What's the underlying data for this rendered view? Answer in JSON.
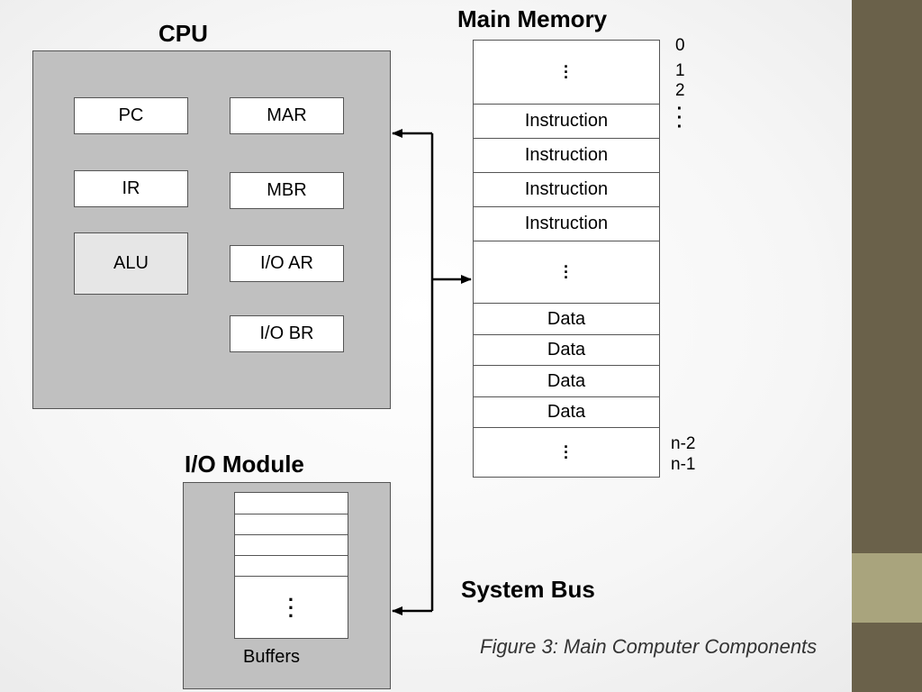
{
  "headings": {
    "cpu": "CPU",
    "main_memory": "Main Memory",
    "io_module": "I/O Module",
    "system_bus": "System Bus"
  },
  "cpu_registers": {
    "pc": "PC",
    "mar": "MAR",
    "ir": "IR",
    "mbr": "MBR",
    "alu": "ALU",
    "io_ar": "I/O AR",
    "io_br": "I/O BR"
  },
  "memory_cells": {
    "instruction_1": "Instruction",
    "instruction_2": "Instruction",
    "instruction_3": "Instruction",
    "instruction_4": "Instruction",
    "data_1": "Data",
    "data_2": "Data",
    "data_3": "Data",
    "data_4": "Data"
  },
  "memory_addresses": {
    "a0": "0",
    "a1": "1",
    "a2": "2",
    "n2": "n-2",
    "n1": "n-1"
  },
  "io": {
    "buffers_label": "Buffers"
  },
  "caption": "Figure 3: Main Computer Components",
  "colors": {
    "panel": "#c0c0c0",
    "alu_fill": "#e6e6e6",
    "sidebar_dark": "#6a614a",
    "sidebar_light": "#a9a47d"
  }
}
